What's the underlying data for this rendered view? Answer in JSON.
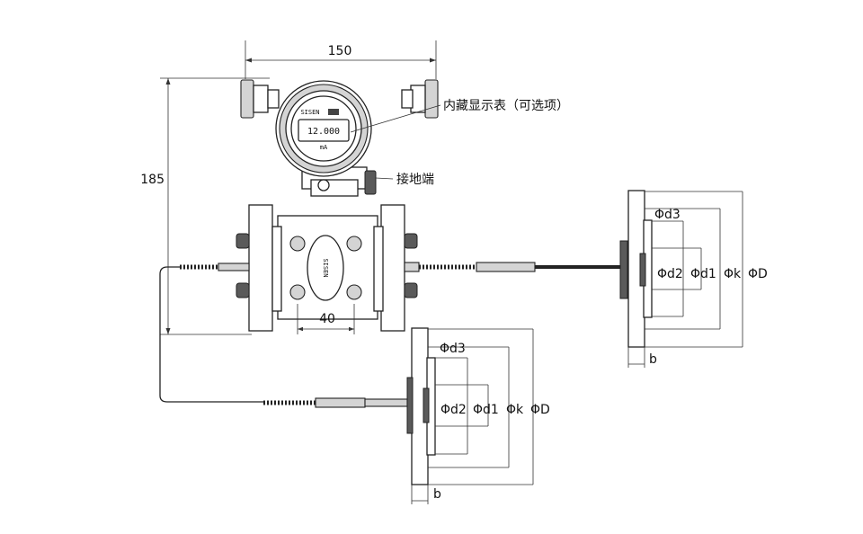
{
  "dimensions": {
    "width_label": "150",
    "height_label": "185",
    "spacing_label": "40"
  },
  "callouts": {
    "display": "内藏显示表（可选项）",
    "ground": "接地端"
  },
  "transmitter": {
    "brand": "SISEN",
    "display_value": "12.000",
    "display_unit": "mA"
  },
  "remote_seal_upper": {
    "d3": "Φd3",
    "d2": "Φd2",
    "d1": "Φd1",
    "k": "Φk",
    "D": "ΦD",
    "b": "b"
  },
  "remote_seal_lower": {
    "d3": "Φd3",
    "d2": "Φd2",
    "d1": "Φd1",
    "k": "Φk",
    "D": "ΦD",
    "b": "b"
  }
}
